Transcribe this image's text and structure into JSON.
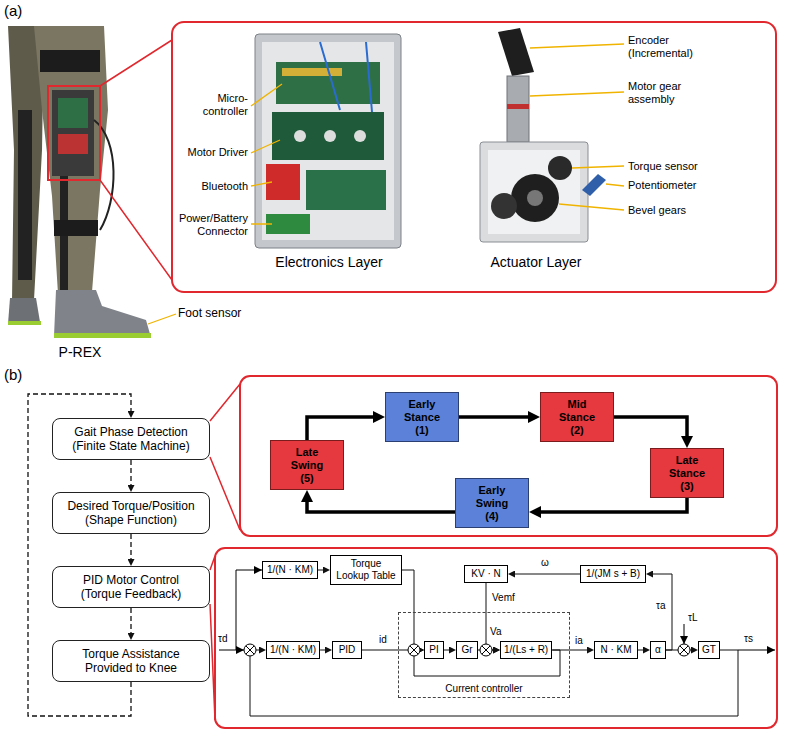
{
  "diagram": {
    "nodes": [
      {
        "text": [
          "Gait Phase Detection",
          "(Finite State Machine)"
        ]
      },
      {
        "text": [
          "Desired Torque/Position",
          "(Shape Function)"
        ]
      },
      {
        "text": [
          "PID Motor Control",
          "(Torque Feedback)"
        ]
      },
      {
        "text": [
          "Torque Assistance Provided to Knee"
        ]
      },
      {
        "text": [
          "Early Stance",
          "(1)"
        ]
      },
      {
        "text": [
          "Mid Stance",
          "(2)"
        ]
      },
      {
        "text": [
          "Late Stance",
          "(3)"
        ]
      },
      {
        "text": [
          "Early Swing",
          "(4)"
        ]
      },
      {
        "text": [
          "Late Swing",
          "(5)"
        ]
      },
      {
        "text": [
          "1/(N · KM)"
        ]
      },
      {
        "text": [
          "Torque Lookup Table"
        ]
      },
      {
        "text": [
          "KV · N"
        ]
      },
      {
        "text": [
          "1/(JM s + B)"
        ]
      },
      {
        "text": [
          "1/(N · KM)"
        ]
      },
      {
        "text": [
          "PID"
        ]
      },
      {
        "text": [
          "Current controller"
        ]
      },
      {
        "text": [
          "PI"
        ],
        "in": 15
      },
      {
        "text": [
          "Gr"
        ],
        "in": 15
      },
      {
        "text": [
          "1/(Ls + R)"
        ],
        "in": 15
      },
      {
        "text": [
          "N · KM"
        ]
      },
      {
        "text": [
          "α"
        ]
      },
      {
        "text": [
          "GT"
        ]
      }
    ],
    "edges": [
      {
        "from": 0,
        "to": 1,
        "arrow": "to"
      },
      {
        "from": 1,
        "to": 2,
        "arrow": "to"
      },
      {
        "from": 2,
        "to": 3,
        "arrow": "to"
      },
      {
        "from": 3,
        "to": 0,
        "arrow": "to"
      },
      {
        "from": 4,
        "to": 5,
        "arrow": "to"
      },
      {
        "from": 5,
        "to": 6,
        "arrow": "to"
      },
      {
        "from": 6,
        "to": 7,
        "arrow": "to"
      },
      {
        "from": 7,
        "to": 8,
        "arrow": "to"
      },
      {
        "from": 8,
        "to": 4,
        "arrow": "to"
      },
      {
        "from": 9,
        "to": 10,
        "arrow": "to"
      },
      {
        "from": 10,
        "to": 16,
        "arrow": "to"
      },
      {
        "from": 13,
        "to": 14,
        "arrow": "to"
      },
      {
        "from": 14,
        "to": 16,
        "label": "id",
        "arrow": "to"
      },
      {
        "from": 16,
        "to": 17,
        "arrow": "to"
      },
      {
        "from": 17,
        "to": 18,
        "label": "Va",
        "arrow": "to"
      },
      {
        "from": 11,
        "to": 18,
        "label": "Vemf",
        "arrow": "to"
      },
      {
        "from": 18,
        "to": 19,
        "label": "ia",
        "arrow": "to"
      },
      {
        "from": 18,
        "to": 16,
        "arrow": "to"
      },
      {
        "from": 19,
        "to": 20,
        "arrow": "to"
      },
      {
        "from": 20,
        "to": 21,
        "arrow": "to"
      },
      {
        "from": 20,
        "to": 12,
        "label": "τa",
        "arrow": "to"
      },
      {
        "from": 12,
        "to": 11,
        "label": "ω",
        "arrow": "to"
      },
      {
        "from": 21,
        "to": 13,
        "arrow": "to"
      }
    ],
    "labels": [
      "(a)",
      "Micro-controller",
      "Motor Driver",
      "Bluetooth",
      "Power/Battery Connector",
      "Electronics Layer",
      "Encoder (Incremental)",
      "Motor gear assembly",
      "Torque sensor",
      "Potentiometer",
      "Bevel gears",
      "Actuator Layer",
      "Foot sensor",
      "P-REX",
      "(b)",
      "τd",
      "τL",
      "τs"
    ]
  }
}
